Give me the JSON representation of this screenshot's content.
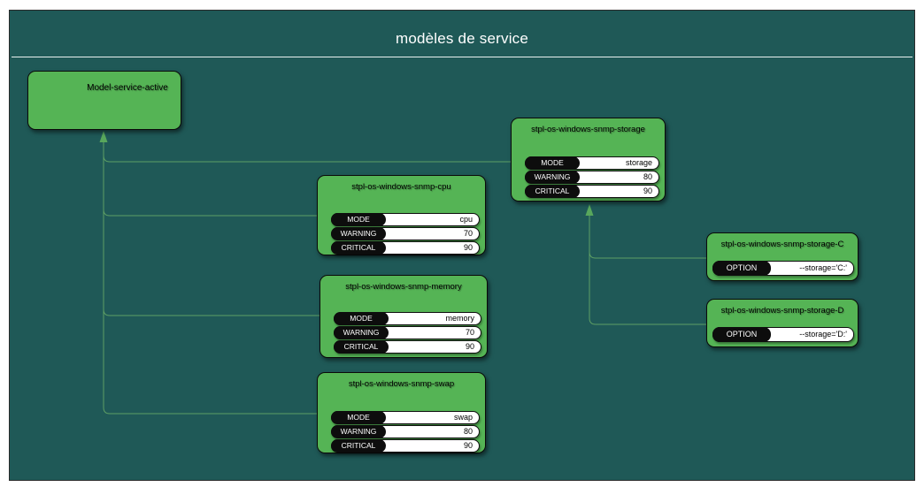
{
  "header": {
    "title": "modèles de service"
  },
  "colors": {
    "background": "#1f5957",
    "node_green": "#55b455",
    "connector": "#5d9e64",
    "arrow": "#58a75c",
    "pill_black": "#0d0d0d",
    "pill_white": "#ffffff",
    "header_text": "#ffffff"
  },
  "nodes": {
    "model": {
      "title": "Model-service-active"
    },
    "cpu": {
      "title": "stpl-os-windows-snmp-cpu",
      "rows": {
        "mode": {
          "label": "MODE",
          "value": "cpu"
        },
        "warning": {
          "label": "WARNING",
          "value": "70"
        },
        "critical": {
          "label": "CRITICAL",
          "value": "90"
        }
      }
    },
    "memory": {
      "title": "stpl-os-windows-snmp-memory",
      "rows": {
        "mode": {
          "label": "MODE",
          "value": "memory"
        },
        "warning": {
          "label": "WARNING",
          "value": "70"
        },
        "critical": {
          "label": "CRITICAL",
          "value": "90"
        }
      }
    },
    "swap": {
      "title": "stpl-os-windows-snmp-swap",
      "rows": {
        "mode": {
          "label": "MODE",
          "value": "swap"
        },
        "warning": {
          "label": "WARNING",
          "value": "80"
        },
        "critical": {
          "label": "CRITICAL",
          "value": "90"
        }
      }
    },
    "storage": {
      "title": "stpl-os-windows-snmp-storage",
      "rows": {
        "mode": {
          "label": "MODE",
          "value": "storage"
        },
        "warning": {
          "label": "WARNING",
          "value": "80"
        },
        "critical": {
          "label": "CRITICAL",
          "value": "90"
        }
      }
    },
    "storage_c": {
      "title": "stpl-os-windows-snmp-storage-C",
      "rows": {
        "option": {
          "label": "OPTION",
          "value": "--storage='C:'"
        }
      }
    },
    "storage_d": {
      "title": "stpl-os-windows-snmp-storage-D",
      "rows": {
        "option": {
          "label": "OPTION",
          "value": "--storage='D:'"
        }
      }
    }
  }
}
